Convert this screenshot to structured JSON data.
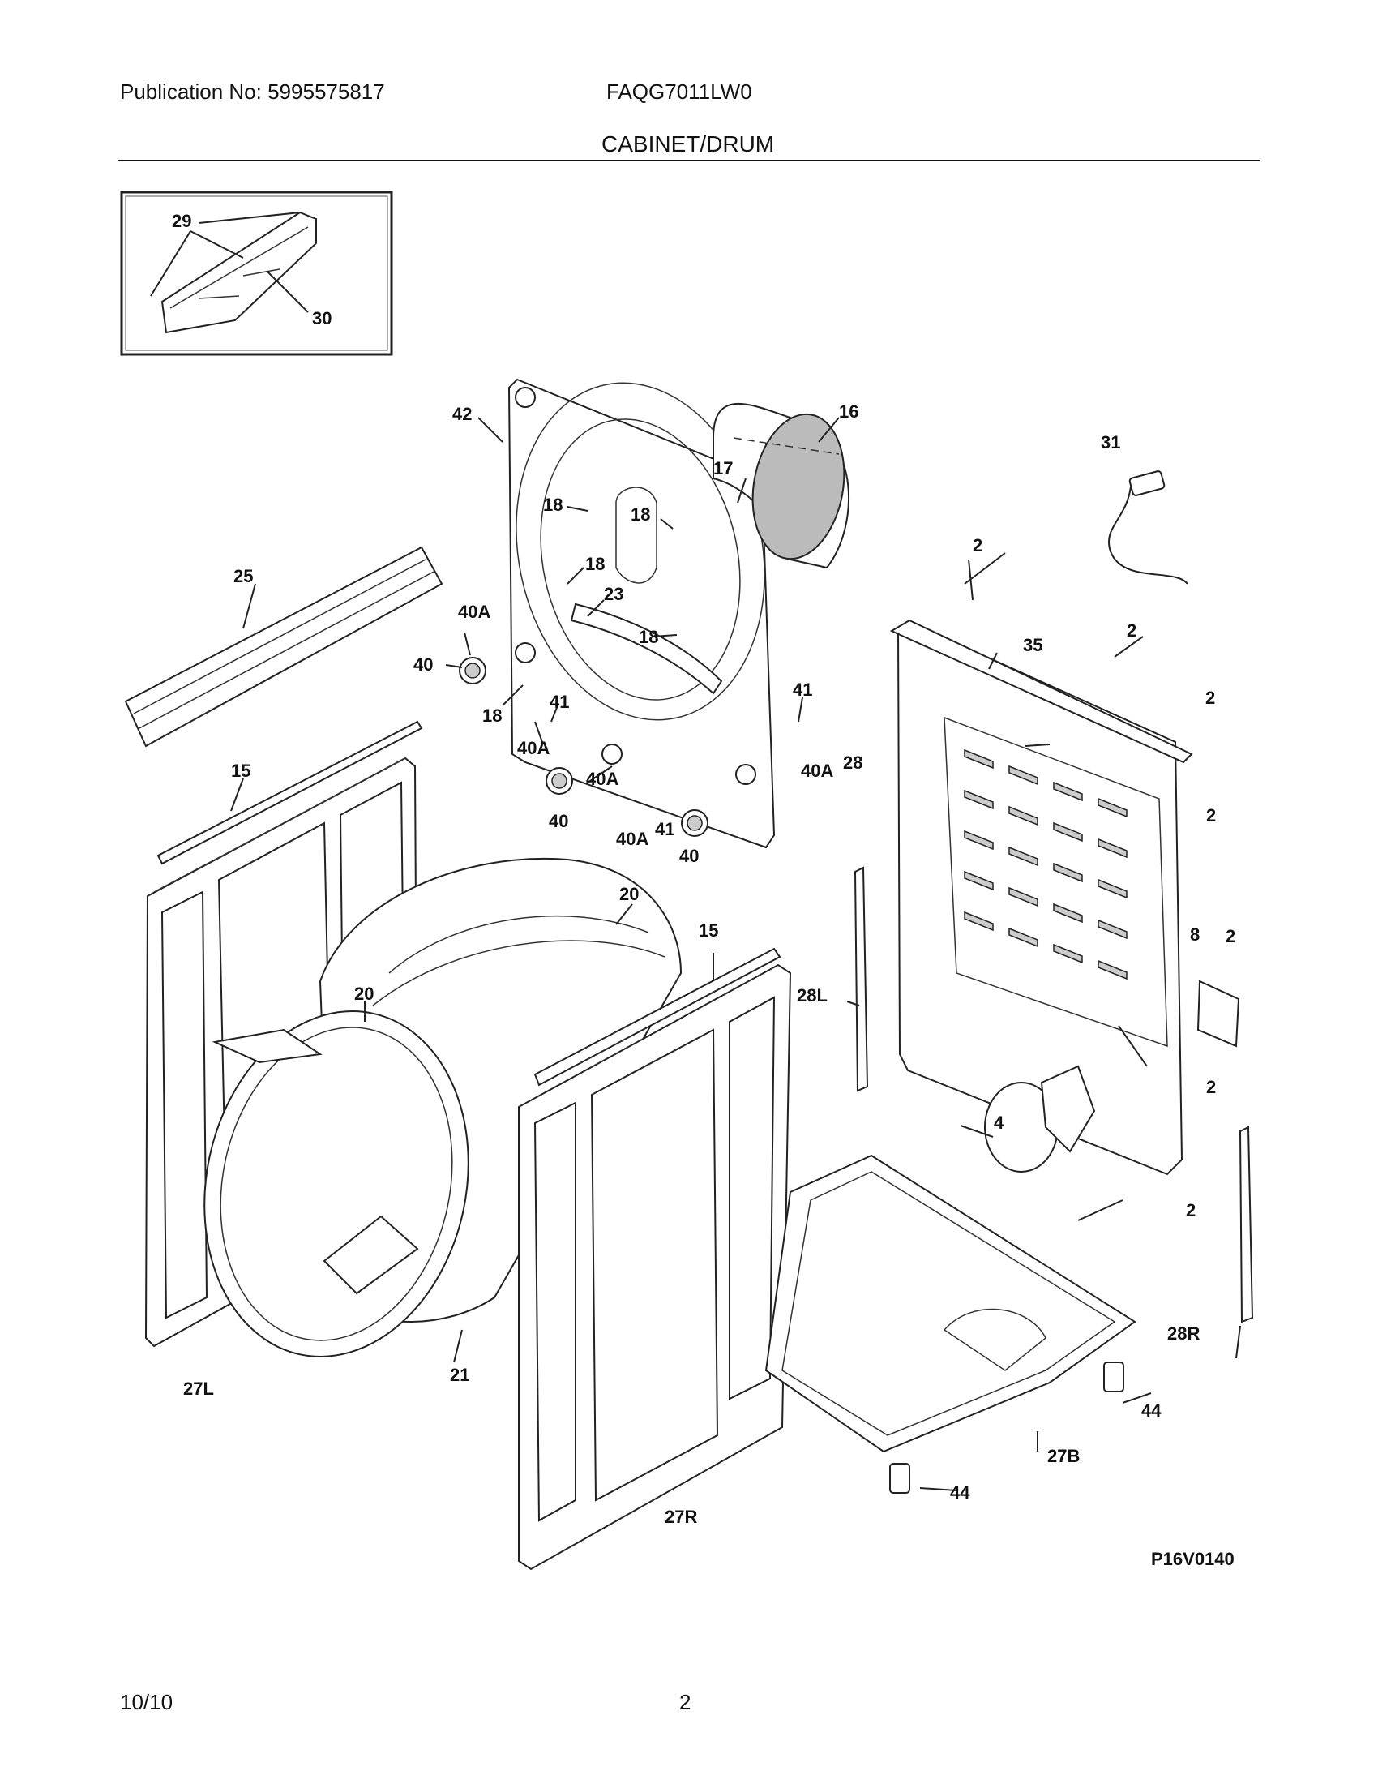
{
  "header": {
    "publication": "Publication No: 5995575817",
    "model": "FAQG7011LW0",
    "section": "CABINET/DRUM"
  },
  "footer": {
    "date": "10/10",
    "page": "2"
  },
  "diagram": {
    "reference_code": "P16V0140",
    "part_labels": [
      "29",
      "30",
      "42",
      "16",
      "17",
      "18",
      "18",
      "18",
      "18",
      "18",
      "23",
      "25",
      "40A",
      "40",
      "40A",
      "41",
      "41",
      "40A",
      "40",
      "40A",
      "41",
      "40A",
      "40",
      "15",
      "20",
      "15",
      "20",
      "21",
      "27L",
      "27R",
      "31",
      "2",
      "35",
      "2",
      "2",
      "28",
      "2",
      "8",
      "2",
      "28L",
      "4",
      "2",
      "28R",
      "2",
      "27B",
      "44",
      "44"
    ]
  }
}
